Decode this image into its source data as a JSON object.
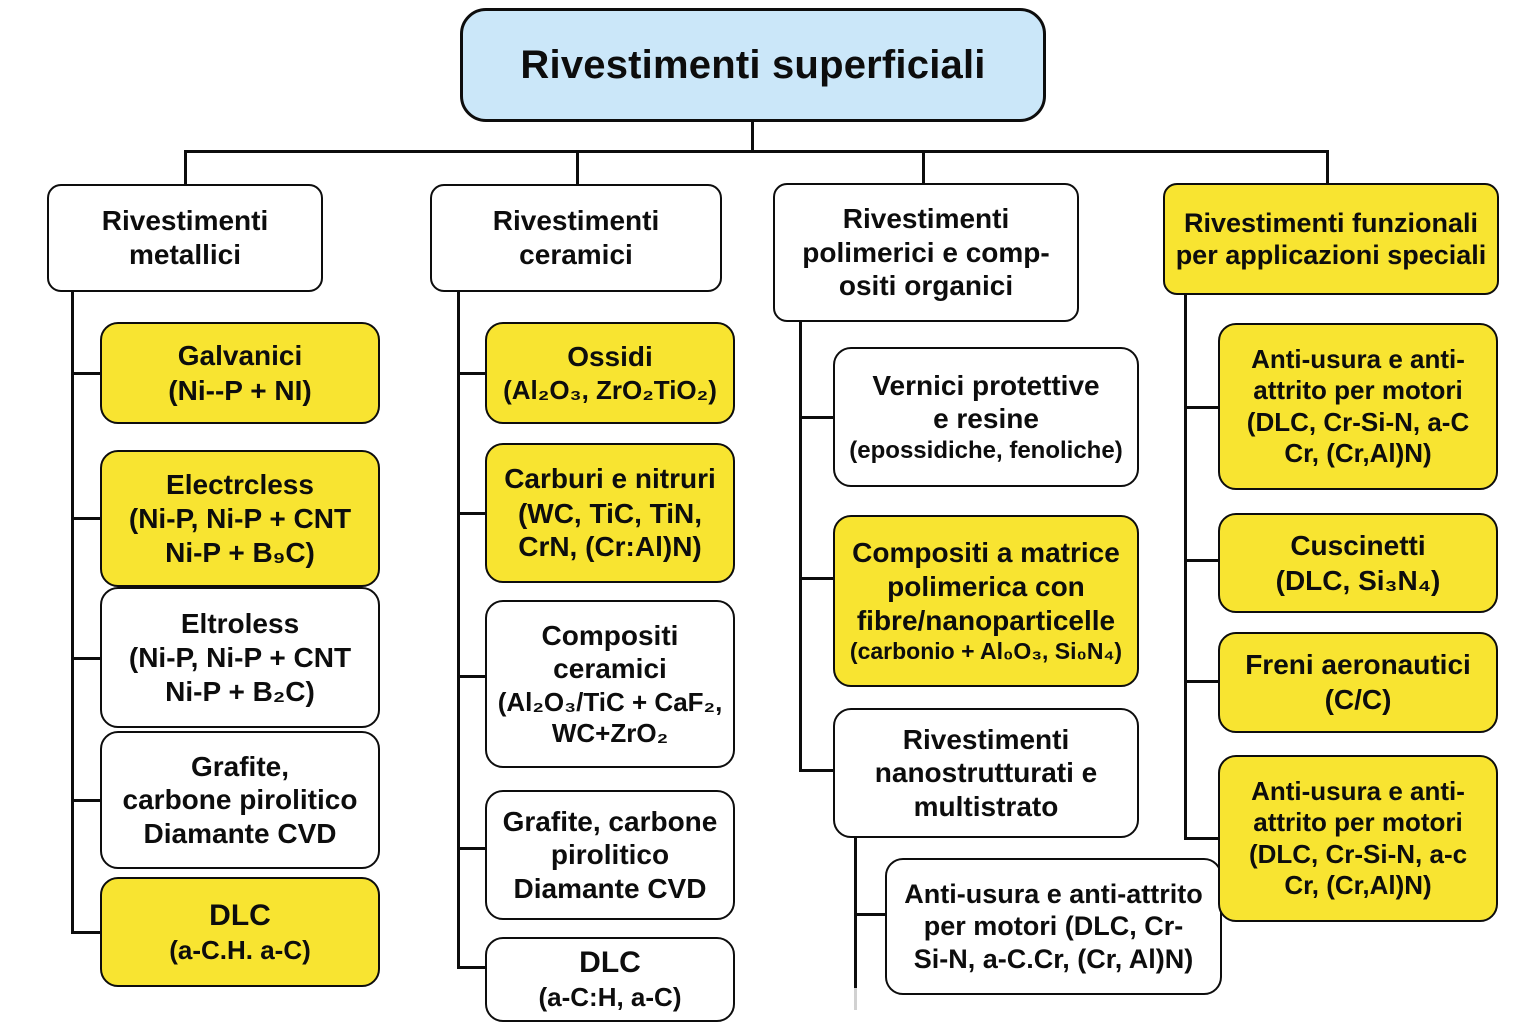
{
  "root": {
    "label": "Rivestimenti superficiali"
  },
  "colors": {
    "root_fill": "#cbe7f9",
    "highlight_fill": "#f8e431",
    "plain_fill": "#ffffff",
    "line": "#0d0d0d"
  },
  "columns": [
    {
      "header": "Rivestimenti\nmetallici",
      "nodes": [
        {
          "main": "Galvanici",
          "sub": "(Ni--P + NI)"
        },
        {
          "main": "Electrcless",
          "sub": "(Ni-P, Ni-P + CNT\nNi-P + B₉C)"
        },
        {
          "main": "Eltroless",
          "sub": "(Ni-P, Ni-P + CNT\nNi-P + B₂C)"
        },
        {
          "main": "Grafite,\ncarbone pirolitico\nDiamante CVD"
        },
        {
          "main": "DLC",
          "sub": "(a-C.H. a-C)"
        }
      ]
    },
    {
      "header": "Rivestimenti\nceramici",
      "nodes": [
        {
          "main": "Ossidi",
          "sub": "(Al₂O₃, ZrO₂TiO₂)"
        },
        {
          "main": "Carburi e nitruri",
          "sub": "(WC, TiC, TiN,\nCrN, (Cr:Al)N)"
        },
        {
          "main": "Compositi\nceramici",
          "sub": "(Al₂O₃/TiC + CaF₂,\nWC+ZrO₂"
        },
        {
          "main": "Grafite, carbone\npirolitico\nDiamante CVD"
        },
        {
          "main": "DLC",
          "sub": "(a-C:H, a-C)"
        }
      ]
    },
    {
      "header": "Rivestimenti\npolimerici e comp-\nositi organici",
      "nodes": [
        {
          "main": "Vernici protettive\ne resine",
          "sub": "(epossidiche, fenoliche)"
        },
        {
          "main": "Compositi a matrice\npolimerica con\nfibre/nanoparticelle",
          "sub": "(carbonio + Al₀O₃, Si₀N₄)"
        },
        {
          "main": "Rivestimenti\nnanostrutturati e\nmultistrato"
        },
        {
          "main": "Anti-usura e anti-attrito\nper motori (DLC, Cr-\nSi-N, a-C.Cr, (Cr, Al)N)"
        }
      ]
    },
    {
      "header": "Rivestimenti funzionali\nper applicazioni speciali",
      "nodes": [
        {
          "main": "Anti-usura e anti-\nattrito per motori\n(DLC, Cr-Si-N, a-C\nCr, (Cr,Al)N)"
        },
        {
          "main": "Cuscinetti",
          "sub": "(DLC, Si₃N₄)"
        },
        {
          "main": "Freni aeronautici",
          "sub": "(C/C)"
        },
        {
          "main": "Anti-usura e anti-\nattrito per motori\n(DLC, Cr-Si-N, a-c\nCr, (Cr,Al)N)"
        }
      ]
    }
  ]
}
